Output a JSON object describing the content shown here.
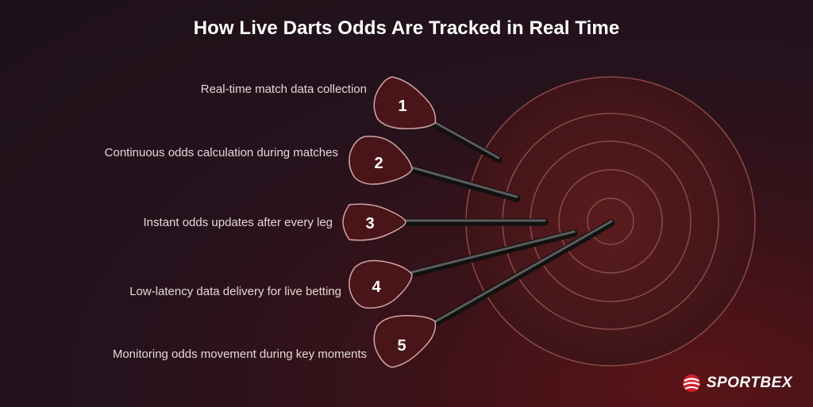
{
  "title": "How Live Darts Odds Are Tracked in Real Time",
  "steps": [
    {
      "number": "1",
      "label": "Real-time match data collection"
    },
    {
      "number": "2",
      "label": "Continuous odds calculation during matches"
    },
    {
      "number": "3",
      "label": "Instant odds updates after every leg"
    },
    {
      "number": "4",
      "label": "Low-latency data delivery for live betting"
    },
    {
      "number": "5",
      "label": "Monitoring odds movement during key moments"
    }
  ],
  "brand": {
    "name": "SPORTBEX",
    "logo_icon": "sportbex-ball-icon"
  },
  "colors": {
    "flight": "#4a1518",
    "ring": "#8a4a48",
    "background": "#24121c"
  }
}
